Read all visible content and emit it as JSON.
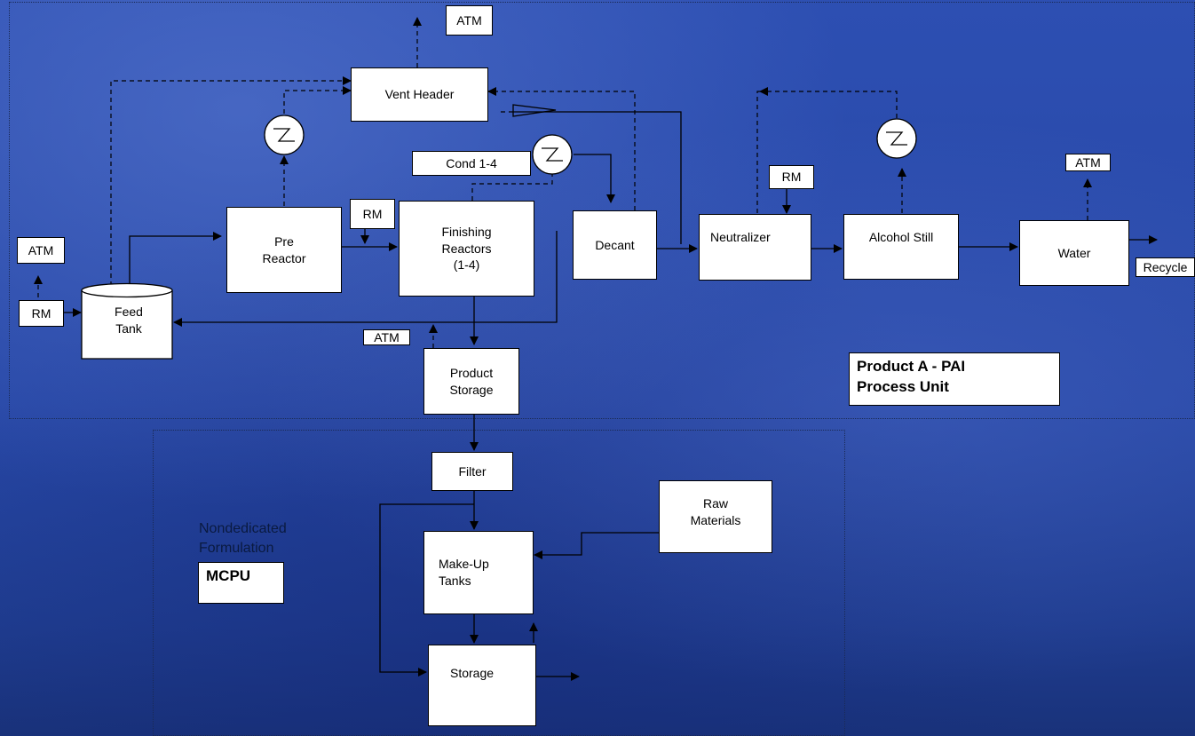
{
  "labels": {
    "atm_top": "ATM",
    "vent_header": "Vent Header",
    "cond": "Cond 1-4",
    "rm_neutralizer": "RM",
    "atm_water": "ATM",
    "pre_reactor": "Pre\nReactor",
    "rm_finishing": "RM",
    "finishing_reactors": "Finishing\nReactors\n(1-4)",
    "decant": "Decant",
    "neutralizer": "Neutralizer",
    "alcohol_still": "Alcohol Still",
    "water": "Water",
    "recycle": "Recycle",
    "atm_feed": "ATM",
    "rm_feed": "RM",
    "feed_tank": "Feed\nTank",
    "atm_product": "ATM",
    "product_storage": "Product\nStorage",
    "unit_title": "Product A - PAI\nProcess Unit",
    "filter": "Filter",
    "raw_materials": "Raw\nMaterials",
    "nondedicated": "Nondedicated\nFormulation",
    "mcpu": "MCPU",
    "makeup_tanks": "Make-Up\nTanks",
    "storage": "Storage"
  },
  "colors": {
    "background": "#2747a6",
    "box_fill": "#ffffff",
    "line": "#000000",
    "region_border": "#1a2a55"
  }
}
